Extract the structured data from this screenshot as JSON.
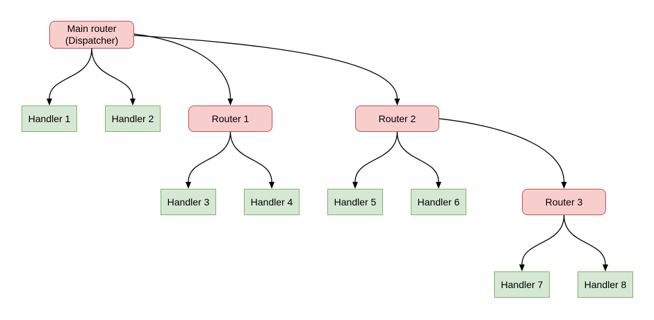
{
  "diagram": {
    "type": "flowchart-tree",
    "colors": {
      "canvas_bg": "#ffffff",
      "router_fill": "#f8cecc",
      "router_border": "#b85450",
      "handler_fill": "#d5e8d4",
      "handler_border": "#82b366",
      "edge_color": "#000000",
      "text_color": "#000000"
    },
    "nodes": {
      "main_router": {
        "kind": "router",
        "label_line1": "Main router",
        "label_line2": "(Dispatcher)"
      },
      "router1": {
        "kind": "router",
        "label": "Router 1"
      },
      "router2": {
        "kind": "router",
        "label": "Router 2"
      },
      "router3": {
        "kind": "router",
        "label": "Router 3"
      },
      "handler1": {
        "kind": "handler",
        "label": "Handler 1"
      },
      "handler2": {
        "kind": "handler",
        "label": "Handler 2"
      },
      "handler3": {
        "kind": "handler",
        "label": "Handler 3"
      },
      "handler4": {
        "kind": "handler",
        "label": "Handler 4"
      },
      "handler5": {
        "kind": "handler",
        "label": "Handler 5"
      },
      "handler6": {
        "kind": "handler",
        "label": "Handler 6"
      },
      "handler7": {
        "kind": "handler",
        "label": "Handler 7"
      },
      "handler8": {
        "kind": "handler",
        "label": "Handler 8"
      }
    },
    "edges": [
      {
        "from": "main_router",
        "to": "handler1"
      },
      {
        "from": "main_router",
        "to": "handler2"
      },
      {
        "from": "main_router",
        "to": "router1"
      },
      {
        "from": "main_router",
        "to": "router2"
      },
      {
        "from": "router1",
        "to": "handler3"
      },
      {
        "from": "router1",
        "to": "handler4"
      },
      {
        "from": "router2",
        "to": "handler5"
      },
      {
        "from": "router2",
        "to": "handler6"
      },
      {
        "from": "router2",
        "to": "router3"
      },
      {
        "from": "router3",
        "to": "handler7"
      },
      {
        "from": "router3",
        "to": "handler8"
      }
    ]
  }
}
